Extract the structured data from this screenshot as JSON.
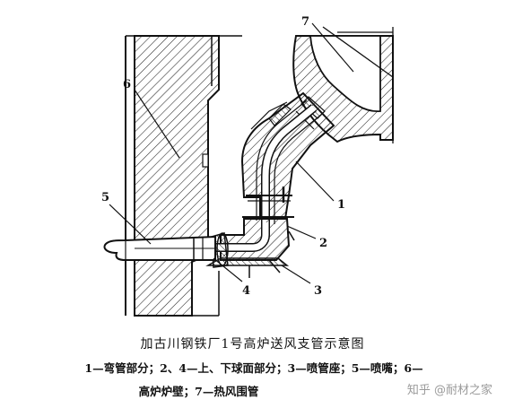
{
  "labels": {
    "l1": "1",
    "l2": "2",
    "l3": "3",
    "l4": "4",
    "l5": "5",
    "l6": "6",
    "l7": "7"
  },
  "caption": {
    "title": "加古川钢铁厂1号高炉送风支管示意图",
    "legend_line1": "1—弯管部分；2、4—上、下球面部分；3—喷管座；5—喷嘴；6—",
    "legend_line2": "高炉炉壁；7—热风围管"
  },
  "watermark": "知乎 @耐材之家"
}
